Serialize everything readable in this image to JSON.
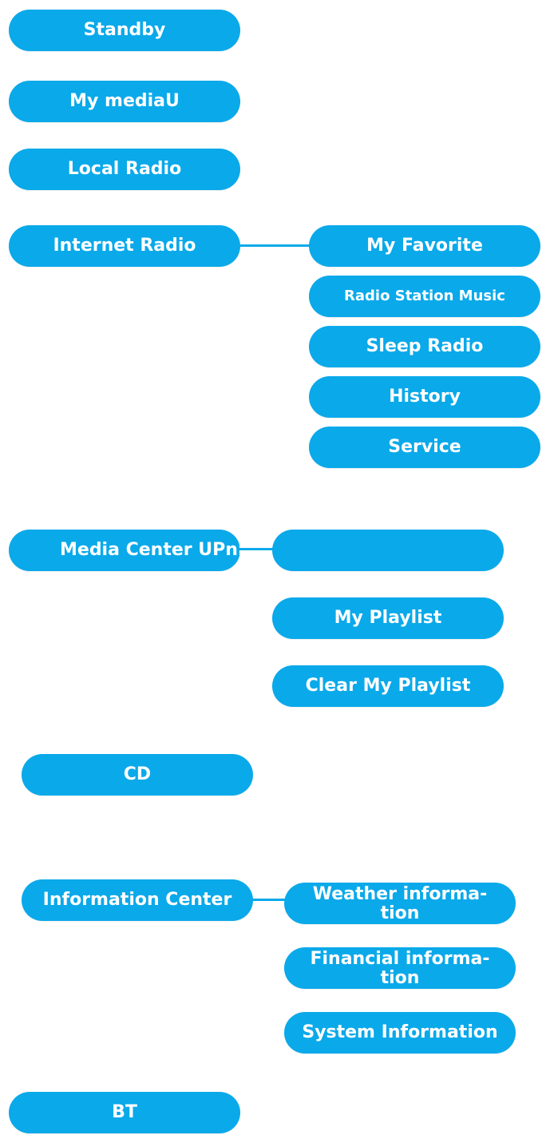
{
  "menu": {
    "standby": "Standby",
    "my_mediau": "My mediaU",
    "local_radio": "Local Radio",
    "internet_radio": "Internet Radio",
    "media_center": "Media Center UPnP",
    "cd": "CD",
    "information_center": "Information Center",
    "bt": "BT"
  },
  "internet_radio_sub": {
    "my_favorite": "My Favorite",
    "radio_station_music": "Radio Station Music",
    "sleep_radio": "Sleep Radio",
    "history": "History",
    "service": "Service"
  },
  "media_center_sub": {
    "blank": "",
    "my_playlist": "My Playlist",
    "clear_my_playlist": "Clear My Playlist"
  },
  "information_center_sub": {
    "weather_line1": "Weather informa-",
    "weather_line2": "tion",
    "financial_line1": "Financial informa-",
    "financial_line2": "tion",
    "system_information": "System Information"
  },
  "colors": {
    "pill": "#0aa9ea",
    "text": "#ffffff"
  }
}
